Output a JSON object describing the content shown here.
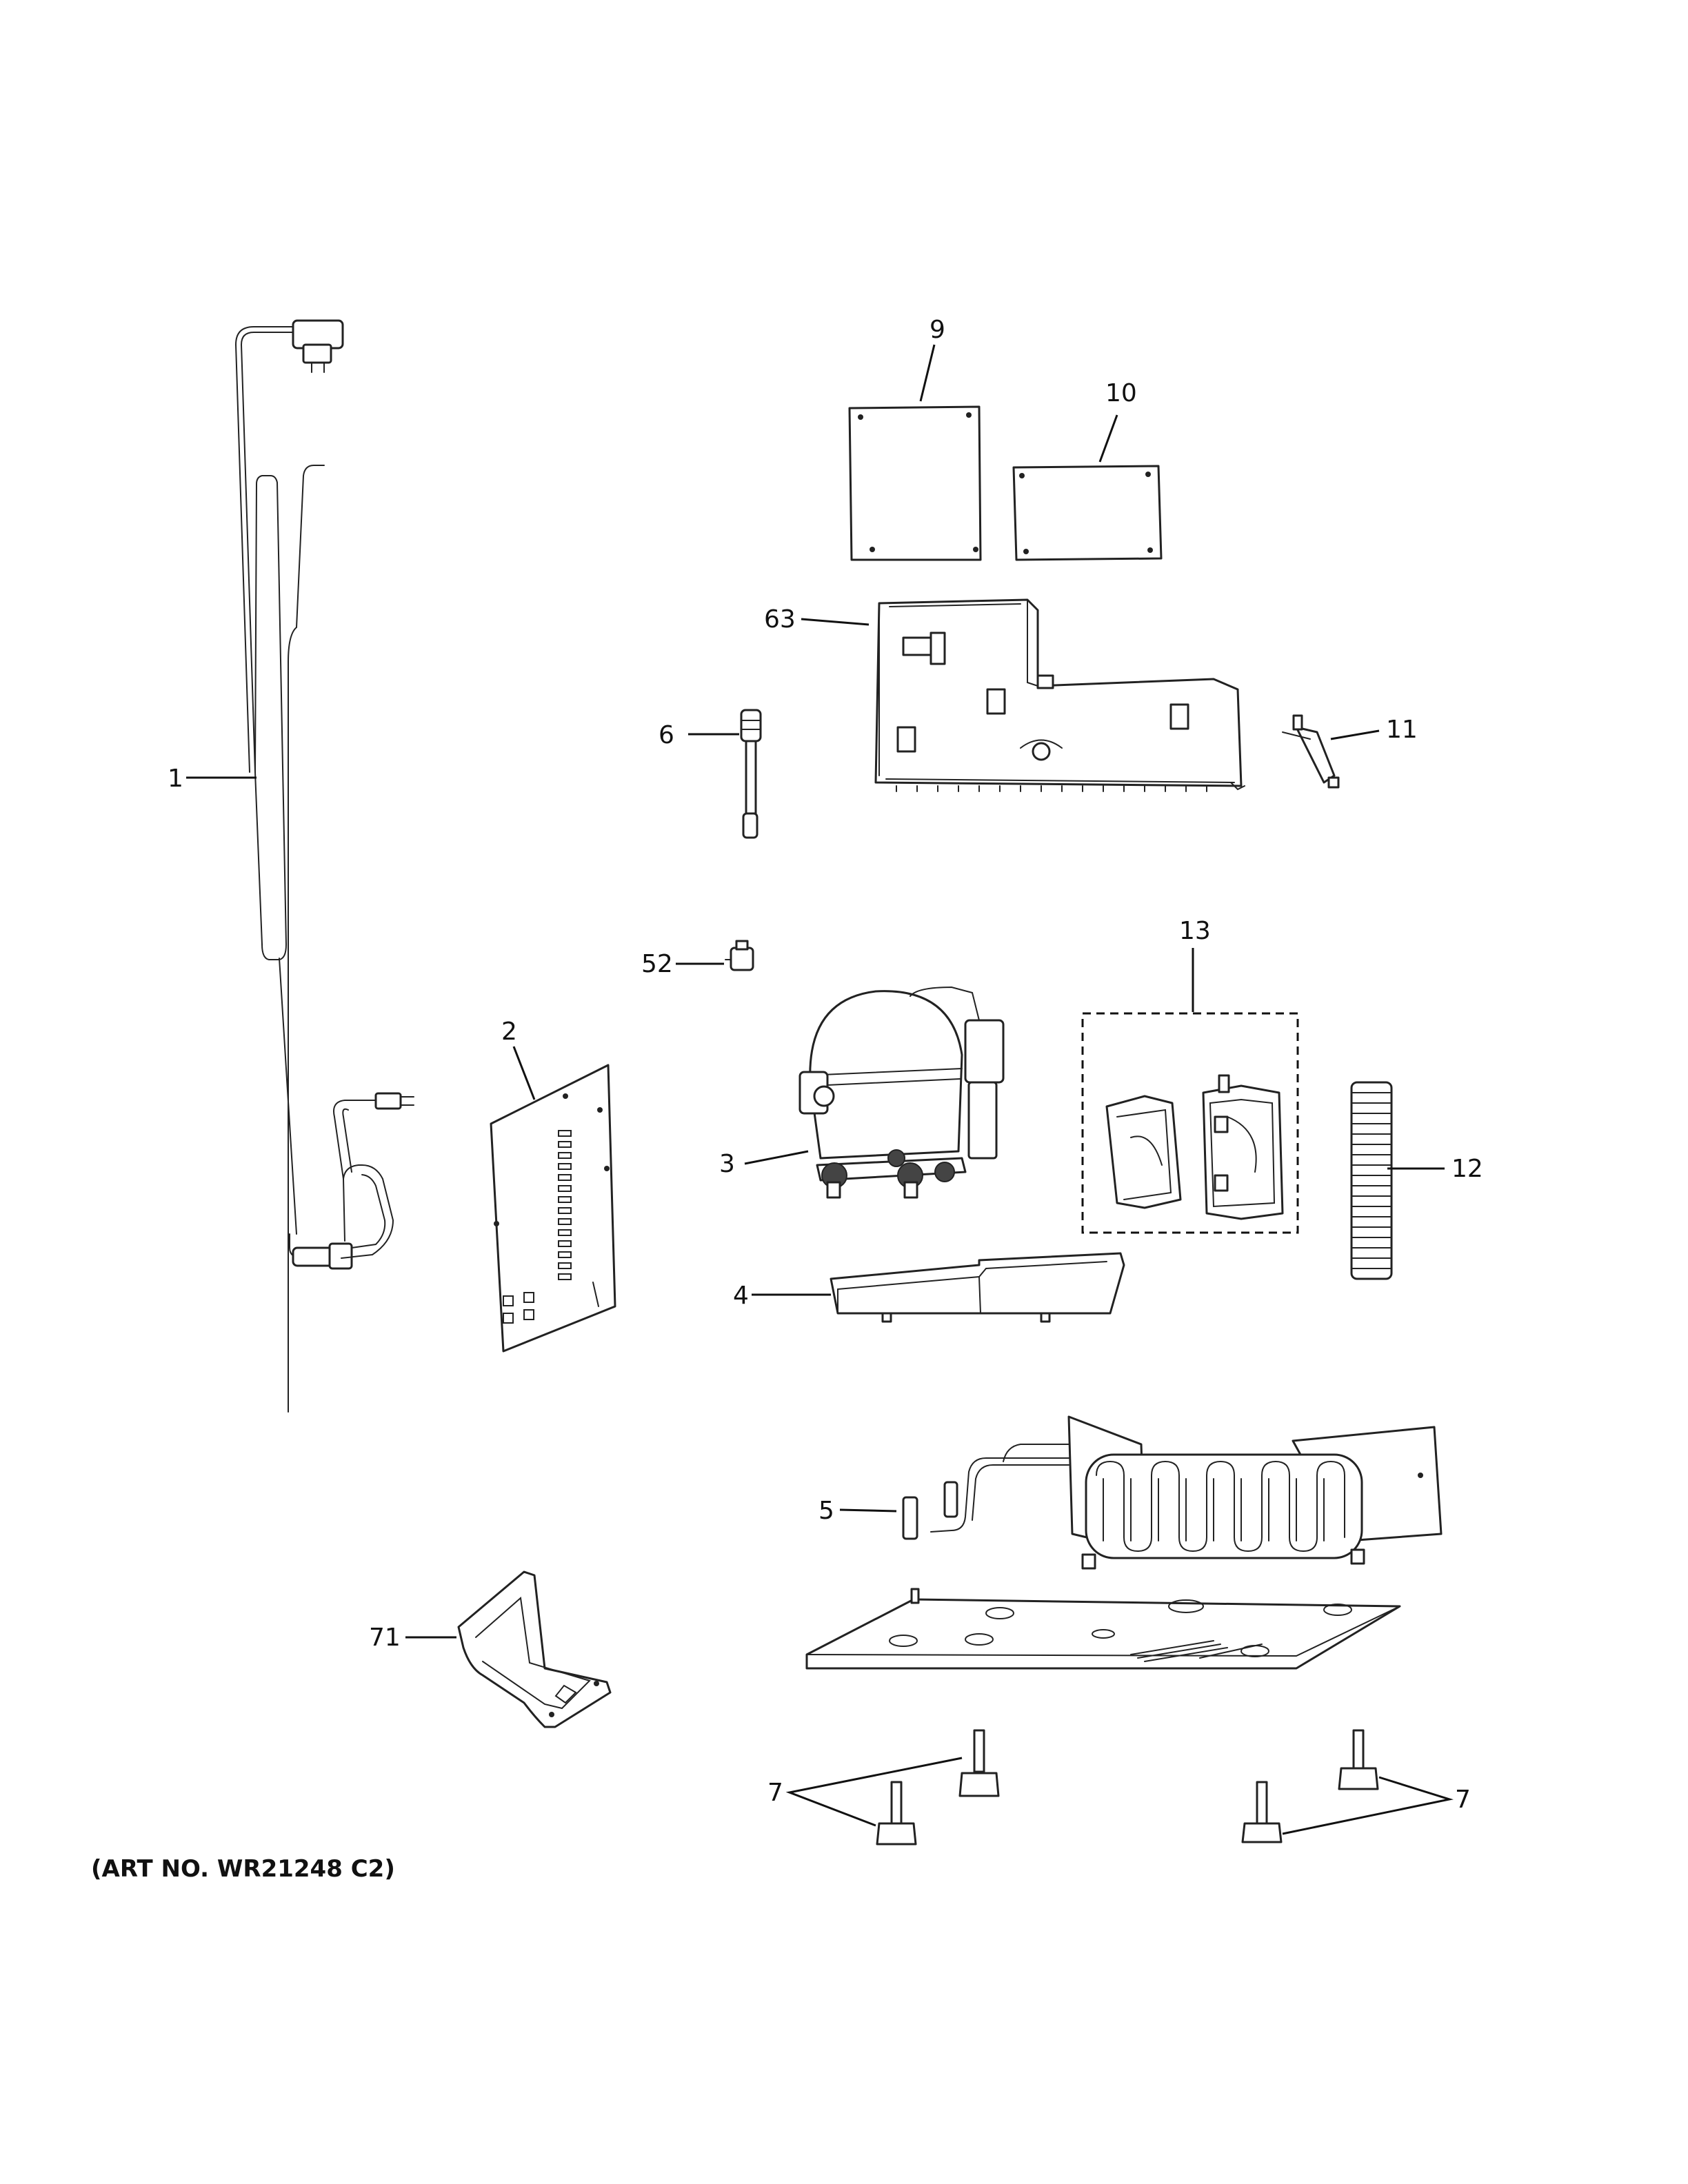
{
  "diagram": {
    "art_number": "(ART NO. WR21248 C2)",
    "callouts": {
      "p1": "1",
      "p2": "2",
      "p3": "3",
      "p4": "4",
      "p5": "5",
      "p6": "6",
      "p7a": "7",
      "p7b": "7",
      "p9": "9",
      "p10": "10",
      "p11": "11",
      "p12": "12",
      "p13": "13",
      "p52": "52",
      "p63": "63",
      "p71": "71"
    }
  }
}
